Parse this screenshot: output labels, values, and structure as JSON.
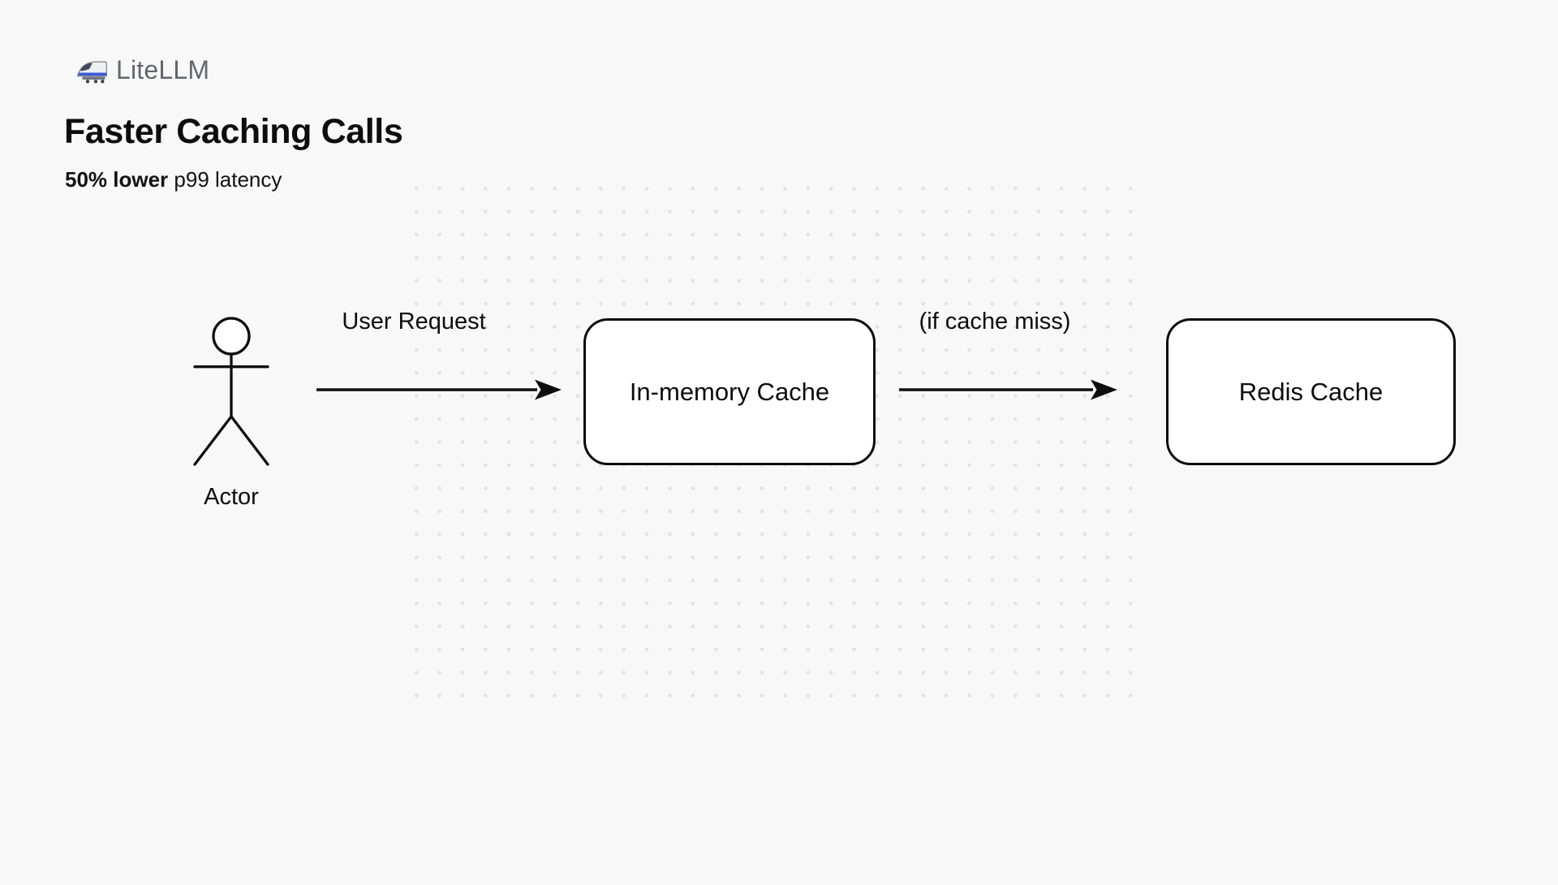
{
  "header": {
    "logo": {
      "icon_name": "high-speed-train-icon",
      "icon_glyph": "🚄",
      "text": "LiteLLM"
    },
    "title": "Faster Caching Calls",
    "subtitle": {
      "highlight": "50% lower",
      "rest": " p99 latency"
    }
  },
  "diagram": {
    "actor": {
      "label": "Actor"
    },
    "nodes": [
      {
        "label": "In-memory Cache"
      },
      {
        "label": "Redis Cache"
      }
    ],
    "edges": [
      {
        "from": "Actor",
        "to": "In-memory Cache",
        "label": "User Request"
      },
      {
        "from": "In-memory Cache",
        "to": "Redis Cache",
        "label": "(if cache miss)"
      }
    ]
  },
  "colors": {
    "background": "#f8f8f8",
    "stroke": "#0d0d0d",
    "node_fill": "#ffffff",
    "dots": "#e3e3e3",
    "logo_text": "#62666d"
  }
}
